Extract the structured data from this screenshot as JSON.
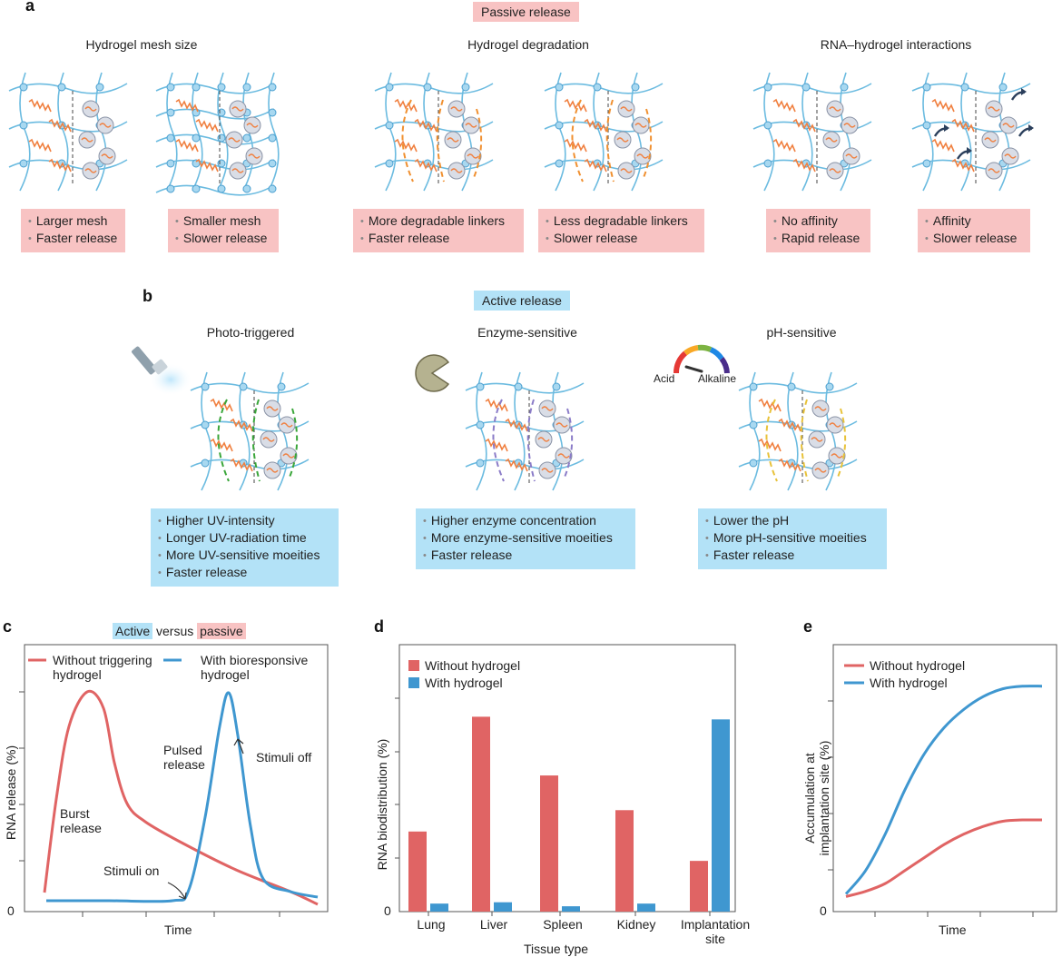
{
  "panel_a": {
    "letter": "a",
    "tag": "Passive release",
    "subtitles": [
      "Hydrogel mesh size",
      "Hydrogel degradation",
      "RNA–hydrogel interactions"
    ],
    "boxes": [
      [
        "Larger mesh",
        "Faster release"
      ],
      [
        "Smaller mesh",
        "Slower release"
      ],
      [
        "More degradable linkers",
        "Faster release"
      ],
      [
        "Less degradable linkers",
        "Slower release"
      ],
      [
        "No affinity",
        "Rapid release"
      ],
      [
        "Affinity",
        "Slower release"
      ]
    ]
  },
  "panel_b": {
    "letter": "b",
    "tag": "Active release",
    "subtitles": [
      "Photo-triggered",
      "Enzyme-sensitive",
      "pH-sensitive"
    ],
    "ph_scale": {
      "left": "Acid",
      "right": "Alkaline"
    },
    "boxes": [
      [
        "Higher UV-intensity",
        "Longer UV-radiation time",
        "More UV-sensitive moeities",
        "Faster release"
      ],
      [
        "Higher enzyme concentration",
        "More enzyme-sensitive moeities",
        "Faster release"
      ],
      [
        "Lower the pH",
        "More pH-sensitive moeities",
        "Faster release"
      ]
    ],
    "linker_colors": [
      "#3aa63a",
      "#8b7cc8",
      "#e8c23a"
    ]
  },
  "panel_c": {
    "letter": "c",
    "title_active": "Active",
    "title_mid": " versus ",
    "title_passive": "passive",
    "legend": [
      "Without triggering hydrogel",
      "With bioresponsive hydrogel"
    ],
    "ylabel": "RNA release (%)",
    "xlabel": "Time",
    "y0": "0",
    "annotations": {
      "burst": "Burst release",
      "pulsed": "Pulsed release",
      "stim_off": "Stimuli off",
      "stim_on": "Stimuli on"
    }
  },
  "panel_d": {
    "letter": "d"
  },
  "panel_e": {
    "letter": "e"
  },
  "colors": {
    "red": "#e06464",
    "blue": "#3f97d0",
    "mesh": "#6bbbe0",
    "rna": "#f08040",
    "node": "#a8d8f0"
  },
  "chart_data": [
    {
      "type": "bar",
      "title": "",
      "xlabel": "Tissue type",
      "ylabel": "RNA biodistribution (%)",
      "y0_label": "0",
      "ylim": [
        0,
        100
      ],
      "categories": [
        "Lung",
        "Liver",
        "Spleen",
        "Kidney",
        "Implantation site"
      ],
      "series": [
        {
          "name": "Without hydrogel",
          "color": "#e06464",
          "values": [
            30,
            73,
            51,
            38,
            19
          ]
        },
        {
          "name": "With hydrogel",
          "color": "#3f97d0",
          "values": [
            3,
            3.5,
            2,
            3,
            72
          ]
        }
      ],
      "legend": "top-left"
    },
    {
      "type": "line",
      "title": "",
      "xlabel": "Time",
      "ylabel": "Accumulation at implantation site (%)",
      "y0_label": "0",
      "ylim": [
        0,
        100
      ],
      "x": [
        0,
        1,
        2,
        3,
        4,
        5,
        6,
        7,
        8,
        9,
        10
      ],
      "series": [
        {
          "name": "Without hydrogel",
          "color": "#e06464",
          "values": [
            3,
            5,
            8,
            13,
            18,
            23,
            27,
            30,
            32,
            32.5,
            32.5
          ]
        },
        {
          "name": "With hydrogel",
          "color": "#3f97d0",
          "values": [
            4,
            13,
            27,
            44,
            58,
            68,
            75,
            80,
            83,
            84,
            84
          ]
        }
      ],
      "legend": "top-left"
    }
  ]
}
